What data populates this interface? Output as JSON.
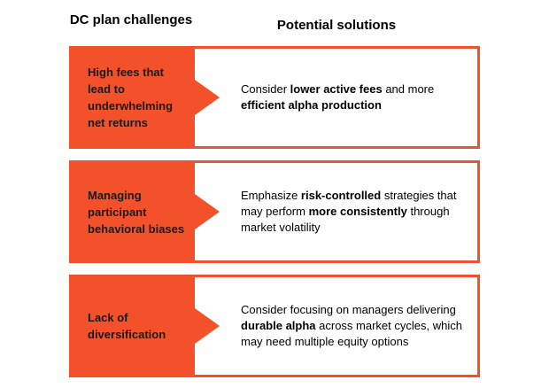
{
  "headers": {
    "challenges": "DC plan challenges",
    "solutions": "Potential solutions"
  },
  "colors": {
    "accent": "#f2512a",
    "box_fill": "#ffffff",
    "text": "#000000"
  },
  "rows": [
    {
      "challenge": "High fees that lead to underwhelming net returns",
      "solution": [
        {
          "text": "Consider ",
          "bold": false
        },
        {
          "text": "lower active fees",
          "bold": true
        },
        {
          "text": " and more ",
          "bold": false
        },
        {
          "text": "efficient alpha production",
          "bold": true
        }
      ]
    },
    {
      "challenge": "Managing participant behavioral biases",
      "solution": [
        {
          "text": "Emphasize ",
          "bold": false
        },
        {
          "text": "risk-controlled",
          "bold": true
        },
        {
          "text": " strategies that may perform ",
          "bold": false
        },
        {
          "text": "more consistently",
          "bold": true
        },
        {
          "text": " through market volatility",
          "bold": false
        }
      ]
    },
    {
      "challenge": "Lack of diversification",
      "solution": [
        {
          "text": "Consider focusing on managers delivering ",
          "bold": false
        },
        {
          "text": "durable alpha",
          "bold": true
        },
        {
          "text": " across market cycles, which may need multiple equity options",
          "bold": false
        }
      ]
    }
  ]
}
